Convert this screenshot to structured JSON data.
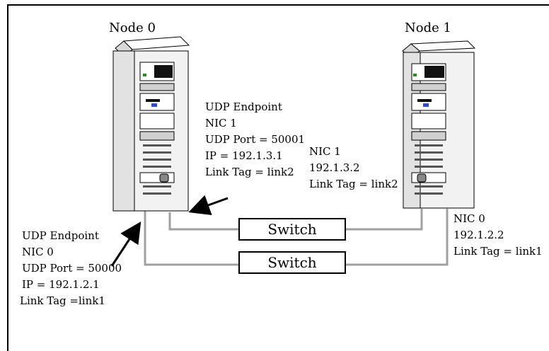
{
  "nodes": [
    {
      "title": "Node 0"
    },
    {
      "title": "Node 1"
    }
  ],
  "node0_nic1": [
    "UDP Endpoint",
    "NIC 1",
    "UDP Port = 50001",
    "IP = 192.1.3.1",
    "Link Tag = link2"
  ],
  "node0_nic0": [
    "UDP Endpoint",
    "NIC 0",
    "UDP Port = 50000",
    "IP = 192.1.2.1",
    "Link Tag =link1"
  ],
  "node1_nic1": [
    "NIC 1",
    "192.1.3.2",
    "Link Tag = link2"
  ],
  "node1_nic0": [
    "NIC 0",
    "192.1.2.2",
    "Link Tag = link1"
  ],
  "switches": [
    {
      "label": "Switch"
    },
    {
      "label": "Switch"
    }
  ],
  "colors": {
    "wire": "#a0a0a0",
    "frame": "#000000",
    "tower": "#f2f2f2"
  }
}
